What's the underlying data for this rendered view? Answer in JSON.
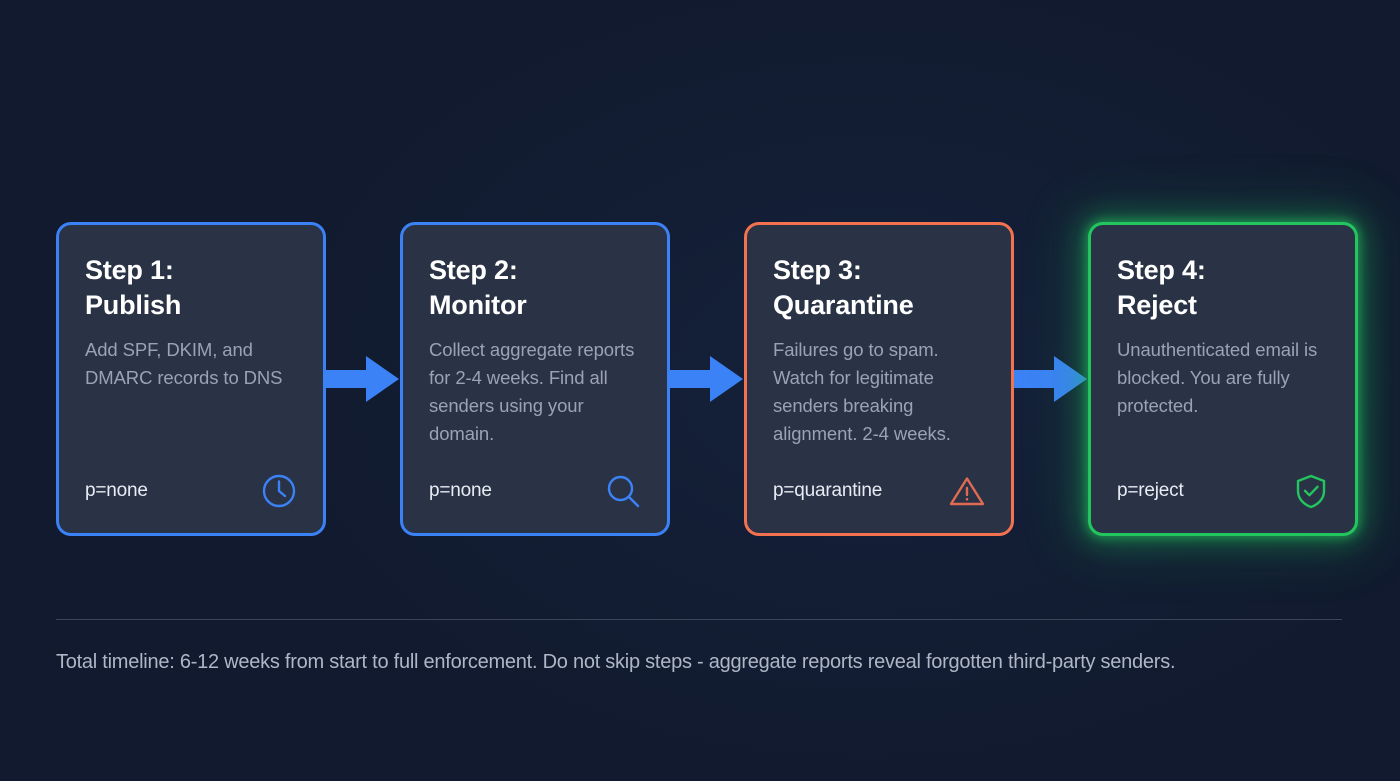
{
  "theme": {
    "background": "#111a2e",
    "card_surface": "#2a3245",
    "accent_blue": "#3b82f6",
    "accent_orange": "#f4724f",
    "accent_green": "#22c55e",
    "title_color": "#ffffff",
    "body_color": "#9aa3b4",
    "footnote_color": "#aeb7c6",
    "divider_color": "#3a4559"
  },
  "steps": [
    {
      "title": "Step 1:\nPublish",
      "body": "Add SPF, DKIM, and DMARC records to DNS",
      "policy": "p=none",
      "icon": "clock-icon",
      "accent": "blue"
    },
    {
      "title": "Step 2:\nMonitor",
      "body": "Collect aggregate reports for 2-4 weeks. Find all senders using your domain.",
      "policy": "p=none",
      "icon": "search-icon",
      "accent": "blue"
    },
    {
      "title": "Step 3:\nQuarantine",
      "body": "Failures go to spam. Watch for legitimate senders breaking alignment. 2-4 weeks.",
      "policy": "p=quarantine",
      "icon": "warning-triangle-icon",
      "accent": "orange"
    },
    {
      "title": "Step 4:\nReject",
      "body": "Unauthenticated email is blocked. You are fully protected.",
      "policy": "p=reject",
      "icon": "shield-check-icon",
      "accent": "green"
    }
  ],
  "connectors": [
    {
      "name": "arrow-step1-to-step2",
      "direction": "right"
    },
    {
      "name": "arrow-step2-to-step3",
      "direction": "right"
    },
    {
      "name": "arrow-step3-to-step4",
      "direction": "right"
    }
  ],
  "footnote": "Total timeline: 6-12 weeks from start to full enforcement. Do not skip steps - aggregate reports reveal forgotten third-party senders."
}
